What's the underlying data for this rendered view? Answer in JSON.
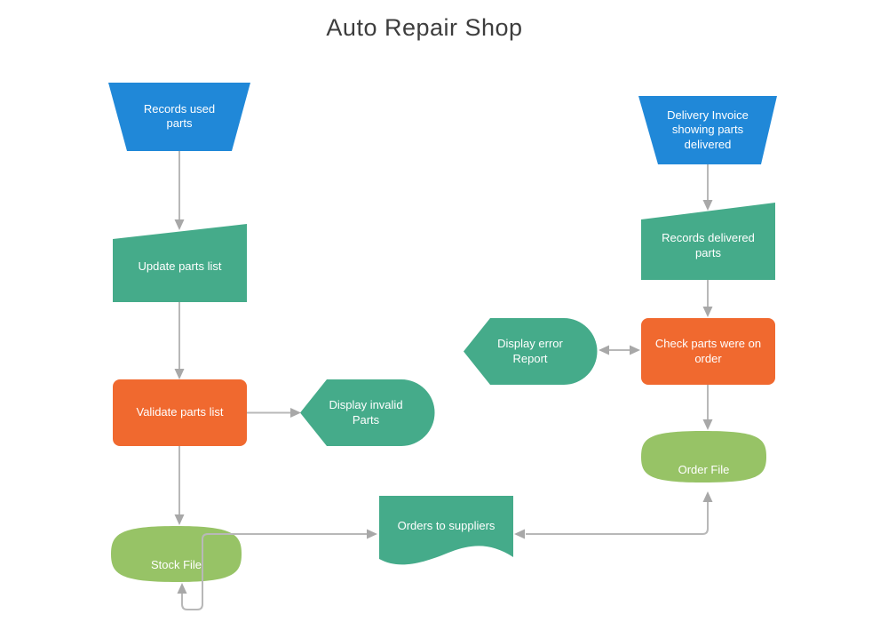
{
  "title": "Auto Repair Shop",
  "colors": {
    "blue": "#2088d8",
    "teal": "#45ab8a",
    "orange": "#f0692f",
    "green": "#97c366",
    "connector_line": "#b8b8b8",
    "arrowhead": "#a8a8a8",
    "title_text": "#3d3d3d",
    "node_text": "#ffffff",
    "background": "#ffffff"
  },
  "nodes": {
    "records_used_parts": {
      "label": "Records used parts",
      "shape": "trapezoid-manual-operation",
      "color": "blue"
    },
    "update_parts_list": {
      "label": "Update parts list",
      "shape": "manual-input",
      "color": "teal"
    },
    "validate_parts_list": {
      "label": "Validate parts list",
      "shape": "process-rounded-rect",
      "color": "orange"
    },
    "display_invalid_parts": {
      "label": "Display invalid Parts",
      "shape": "display",
      "color": "teal"
    },
    "stock_file": {
      "label": "Stock File",
      "shape": "stored-data-drum",
      "color": "green"
    },
    "orders_to_suppliers": {
      "label": "Orders to suppliers",
      "shape": "document",
      "color": "teal"
    },
    "delivery_invoice": {
      "label": "Delivery Invoice showing parts delivered",
      "shape": "trapezoid-manual-operation",
      "color": "blue"
    },
    "records_delivered_parts": {
      "label": "Records delivered parts",
      "shape": "manual-input",
      "color": "teal"
    },
    "check_parts_on_order": {
      "label": "Check parts were on order",
      "shape": "process-rounded-rect",
      "color": "orange"
    },
    "display_error_report": {
      "label": "Display error Report",
      "shape": "display",
      "color": "teal"
    },
    "order_file": {
      "label": "Order File",
      "shape": "stored-data-drum",
      "color": "green"
    }
  },
  "connections": [
    {
      "from": "records_used_parts",
      "to": "update_parts_list",
      "style": "arrow"
    },
    {
      "from": "update_parts_list",
      "to": "validate_parts_list",
      "style": "arrow"
    },
    {
      "from": "validate_parts_list",
      "to": "display_invalid_parts",
      "style": "arrow"
    },
    {
      "from": "validate_parts_list",
      "to": "stock_file",
      "style": "arrow"
    },
    {
      "from": "stock_file",
      "to": "orders_to_suppliers",
      "style": "arrow"
    },
    {
      "from": "stock_file",
      "to": "stock_file",
      "style": "self-loop-arrow"
    },
    {
      "from": "delivery_invoice",
      "to": "records_delivered_parts",
      "style": "arrow"
    },
    {
      "from": "records_delivered_parts",
      "to": "check_parts_on_order",
      "style": "arrow"
    },
    {
      "from": "check_parts_on_order",
      "to": "display_error_report",
      "style": "double-arrow"
    },
    {
      "from": "check_parts_on_order",
      "to": "order_file",
      "style": "arrow"
    },
    {
      "from": "order_file",
      "to": "orders_to_suppliers",
      "style": "double-arrow"
    }
  ]
}
